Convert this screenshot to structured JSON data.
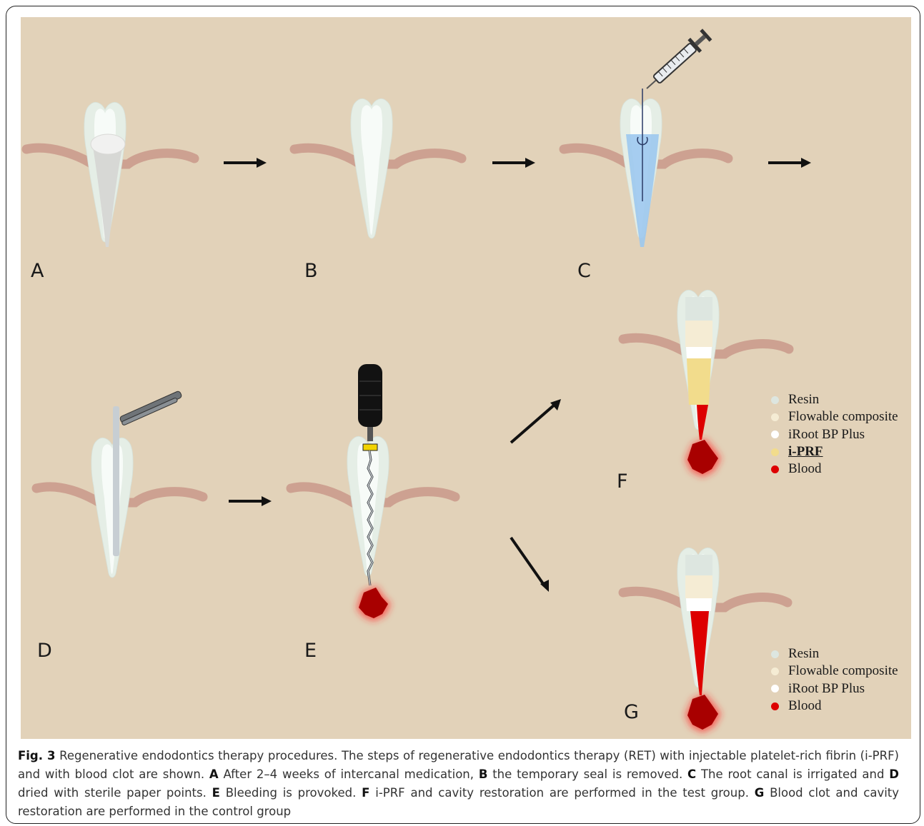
{
  "figure": {
    "panels": [
      {
        "id": "A",
        "letter": "A"
      },
      {
        "id": "B",
        "letter": "B"
      },
      {
        "id": "C",
        "letter": "C"
      },
      {
        "id": "D",
        "letter": "D"
      },
      {
        "id": "E",
        "letter": "E"
      },
      {
        "id": "F",
        "letter": "F"
      },
      {
        "id": "G",
        "letter": "G"
      }
    ],
    "legend_f": [
      {
        "label": "Resin",
        "color": "#dde6e0"
      },
      {
        "label": "Flowable composite",
        "color": "#f5ecd4"
      },
      {
        "label": "iRoot BP Plus",
        "color": "#ffffff"
      },
      {
        "label": "i-PRF",
        "color": "#f2dc8c",
        "emphasis": true
      },
      {
        "label": "Blood",
        "color": "#dd0000"
      }
    ],
    "legend_g": [
      {
        "label": "Resin",
        "color": "#dde6e0"
      },
      {
        "label": "Flowable composite",
        "color": "#f5ecd4"
      },
      {
        "label": "iRoot BP Plus",
        "color": "#ffffff"
      },
      {
        "label": "Blood",
        "color": "#dd0000"
      }
    ],
    "colors": {
      "background": "#e2d2b9",
      "gum": "#c9998a",
      "tooth": "#e6efe7",
      "dentin": "#f7fbf8",
      "irrigant": "#9cc8ee",
      "blood": "#b30000"
    }
  },
  "caption": {
    "fig_label": "Fig. 3",
    "title": "Regenerative endodontics therapy procedures.",
    "intro": "The steps of regenerative endodontics therapy (RET) with injectable platelet-rich fibrin (i-PRF) and with blood clot are shown.",
    "a_key": "A",
    "a_text": "After 2–4 weeks of intercanal medication,",
    "b_key": "B",
    "b_text": "the temporary seal is removed.",
    "c_key": "C",
    "c_text": "The root canal is irrigated and",
    "d_key": "D",
    "d_text": "dried with sterile paper points.",
    "e_key": "E",
    "e_text": "Bleeding is provoked.",
    "f_key": "F",
    "f_text": "i-PRF and cavity restoration are performed in the test group.",
    "g_key": "G",
    "g_text": "Blood clot and cavity restoration are performed in the control group"
  }
}
